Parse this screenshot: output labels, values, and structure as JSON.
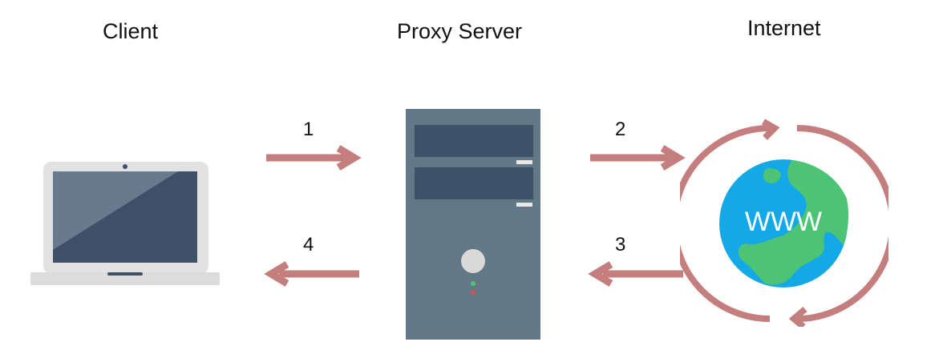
{
  "labels": {
    "client": "Client",
    "proxy": "Proxy Server",
    "internet": "Internet"
  },
  "steps": [
    "1",
    "2",
    "3",
    "4"
  ],
  "globe_text": "WWW",
  "colors": {
    "arrow": "#c47e7e",
    "laptop_frame": "#e2e2e2",
    "laptop_screen": "#3e5068",
    "server_body": "#627886",
    "server_bay": "#3d5268",
    "globe_ocean": "#15a8e6",
    "globe_land": "#4cc474"
  }
}
